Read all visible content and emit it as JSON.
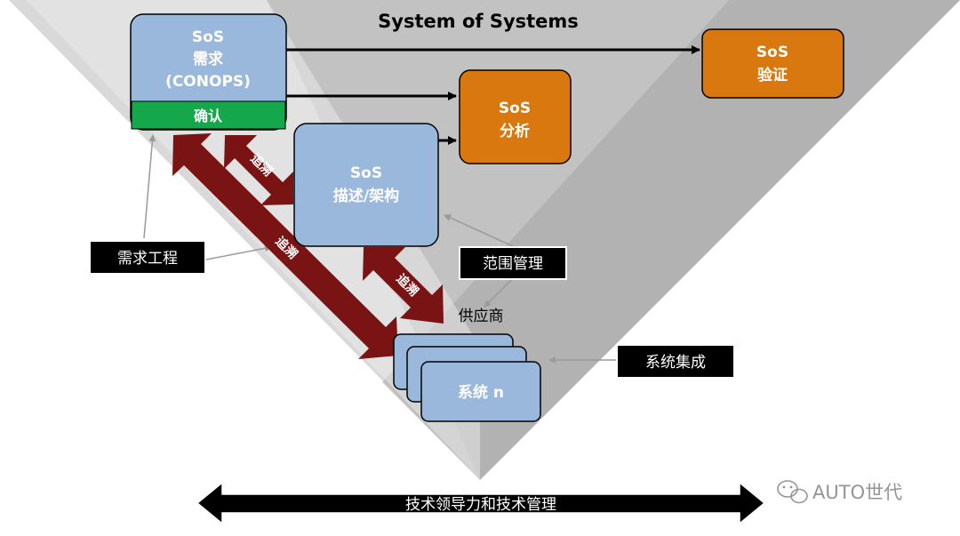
{
  "title": "System of Systems",
  "requirements_box": {
    "line1": "SoS",
    "line2": "需求",
    "line3": "(CONOPS)",
    "band": "确认"
  },
  "verification_box": {
    "line1": "SoS",
    "line2": "验证"
  },
  "analysis_box": {
    "line1": "SoS",
    "line2": "分析"
  },
  "architecture_box": {
    "line1": "SoS",
    "line2": "描述/架构"
  },
  "systems_box": {
    "label": "系统 n"
  },
  "trace_labels": [
    "追溯",
    "追溯",
    "追溯"
  ],
  "callouts": {
    "requirements_engineering": "需求工程",
    "scope_management": "范围管理",
    "system_integration": "系统集成"
  },
  "supplier_label": "供应商",
  "bottom_banner": "技术领导力和技术管理",
  "watermark": "AUTO世代",
  "watermark_icon": "wechat-icon",
  "colors": {
    "outer_triangle": "#d9d9d9",
    "inner_triangle": "#bdbdbd",
    "blue_box": "#9ab8dc",
    "orange_box": "#d9780f",
    "green_band": "#15a84a",
    "trace_arrow": "#7a1414",
    "black": "#000000"
  }
}
